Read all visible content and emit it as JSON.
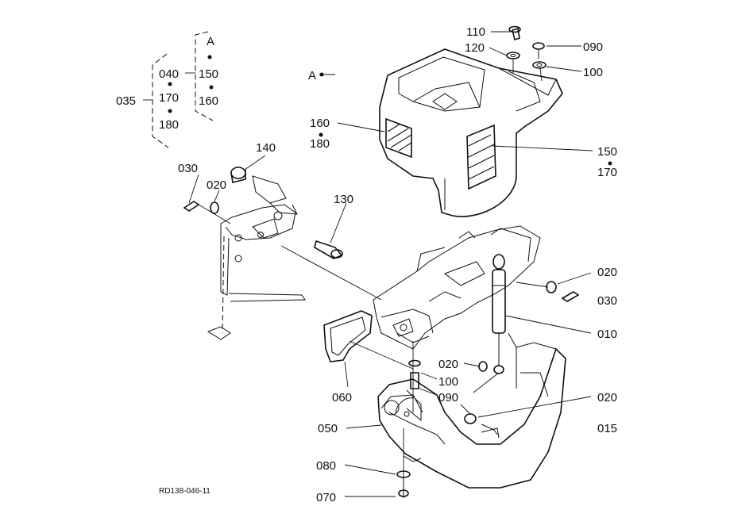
{
  "figure_code": "RD138-046-11",
  "callouts": {
    "c010": "010",
    "c015": "015",
    "c020": "020",
    "c030": "030",
    "c035": "035",
    "c040": "040",
    "c050": "050",
    "c060": "060",
    "c070": "070",
    "c080": "080",
    "c090": "090",
    "c100": "100",
    "c110": "110",
    "c120": "120",
    "c130": "130",
    "c140": "140",
    "c150": "150",
    "c160": "160",
    "c170": "170",
    "c180": "180",
    "ref_a": "A"
  }
}
